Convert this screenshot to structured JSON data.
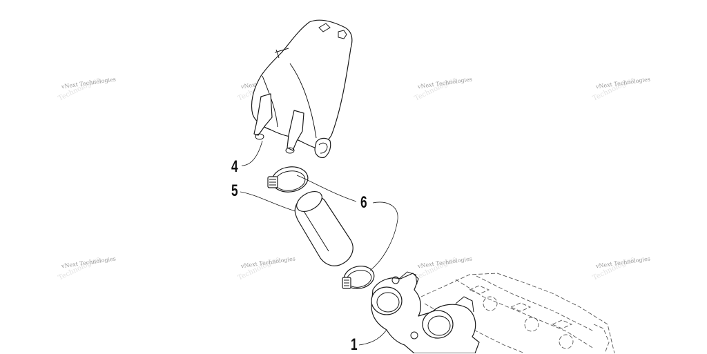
{
  "watermark": {
    "line1": "vNext Technologies",
    "line2": "Technologies"
  },
  "callouts": {
    "c1": "1",
    "c4": "4",
    "c5": "5",
    "c6": "6"
  }
}
